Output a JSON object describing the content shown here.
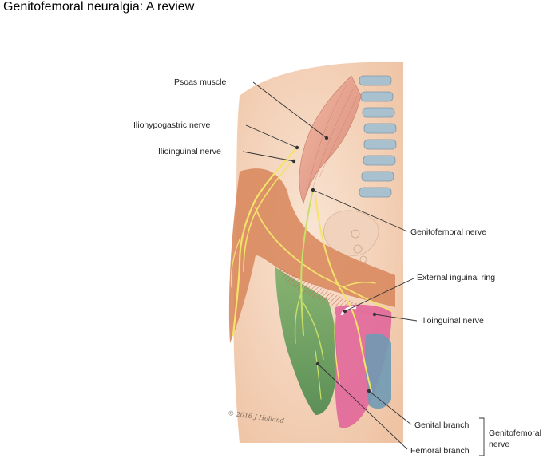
{
  "title": "Genitofemoral neuralgia: A review",
  "labels": {
    "psoas_muscle": "Psoas muscle",
    "iliohypogastric_nerve": "Iliohypogastric nerve",
    "ilioinguinal_nerve_upper": "Ilioinguinal nerve",
    "genitofemoral_nerve": "Genitofemoral nerve",
    "external_inguinal_ring": "External inguinal ring",
    "ilioinguinal_nerve_lower": "Ilioinguinal nerve",
    "genital_branch": "Genital branch",
    "femoral_branch": "Femoral branch",
    "group_label_line1": "Genitofemoral",
    "group_label_line2": "nerve"
  },
  "signature": "© 2016 J Holland",
  "colors": {
    "skin": "#f7dcc8",
    "skin_shadow": "#efc9ad",
    "muscle": "#e9a491",
    "spine": "#9fb8c8",
    "iliohypogastric_region": "#d9875f",
    "genitofemoral_femoral_region": "#5f9a5a",
    "genital_region": "#e0649a",
    "scrotal_region": "#6f9ab4",
    "nerve_yellow": "#f4e36a",
    "nerve_green": "#c7e06a"
  }
}
